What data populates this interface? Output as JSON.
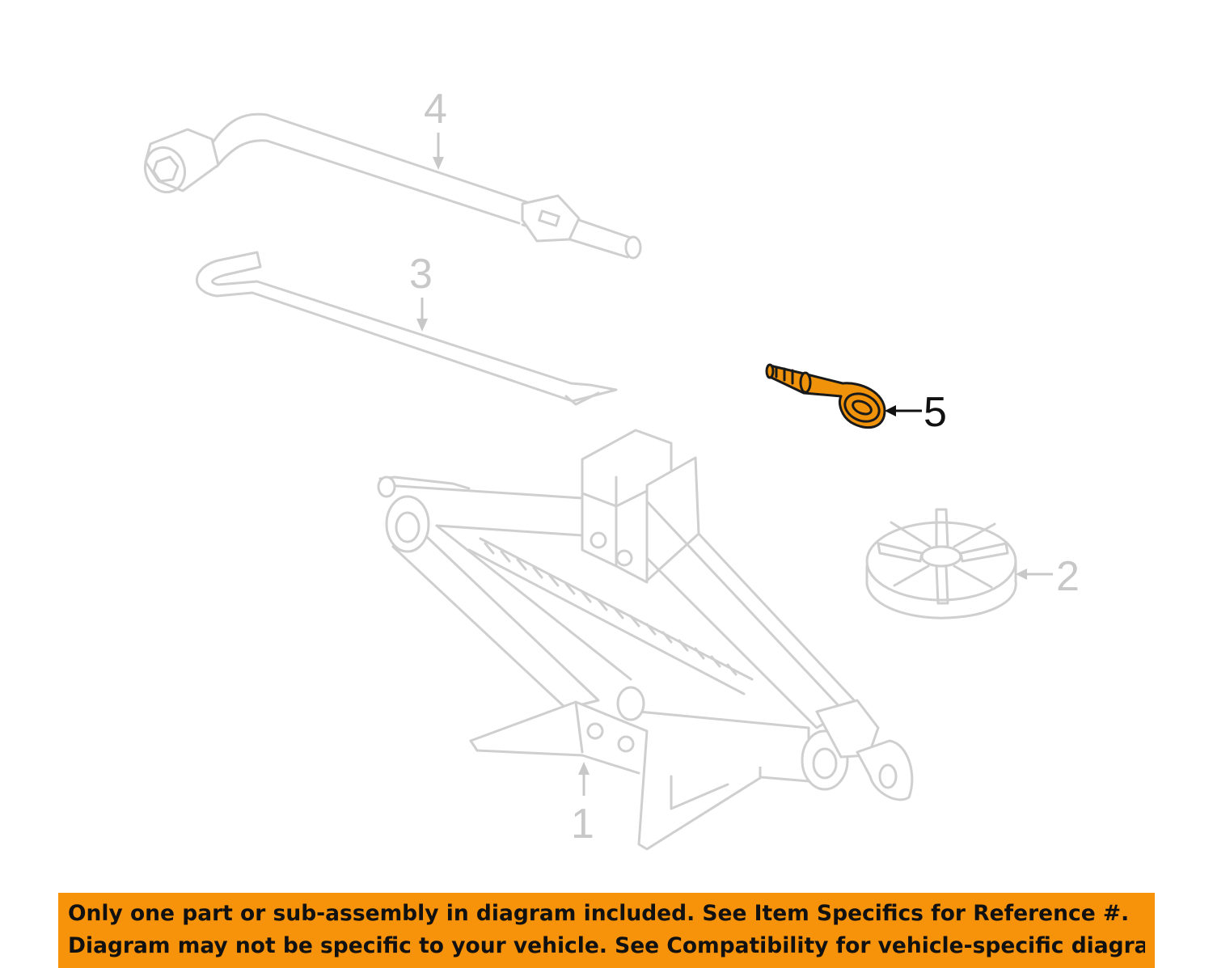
{
  "diagram": {
    "highlight_color": "#f7930a",
    "parts": [
      {
        "id": "1",
        "callout": "1",
        "icon": "scissor-jack-icon",
        "highlighted": false
      },
      {
        "id": "2",
        "callout": "2",
        "icon": "jack-base-pad-icon",
        "highlighted": false
      },
      {
        "id": "3",
        "callout": "3",
        "icon": "jack-handle-icon",
        "highlighted": false
      },
      {
        "id": "4",
        "callout": "4",
        "icon": "lug-wrench-icon",
        "highlighted": false
      },
      {
        "id": "5",
        "callout": "5",
        "icon": "tow-eye-hook-icon",
        "highlighted": true
      }
    ]
  },
  "disclaimer": {
    "line1": "Only one part or sub-assembly in diagram included. See Item Specifics for Reference #.",
    "line2": "Diagram may not be specific to your vehicle. See Compatibility for vehicle-specific diagrams."
  }
}
